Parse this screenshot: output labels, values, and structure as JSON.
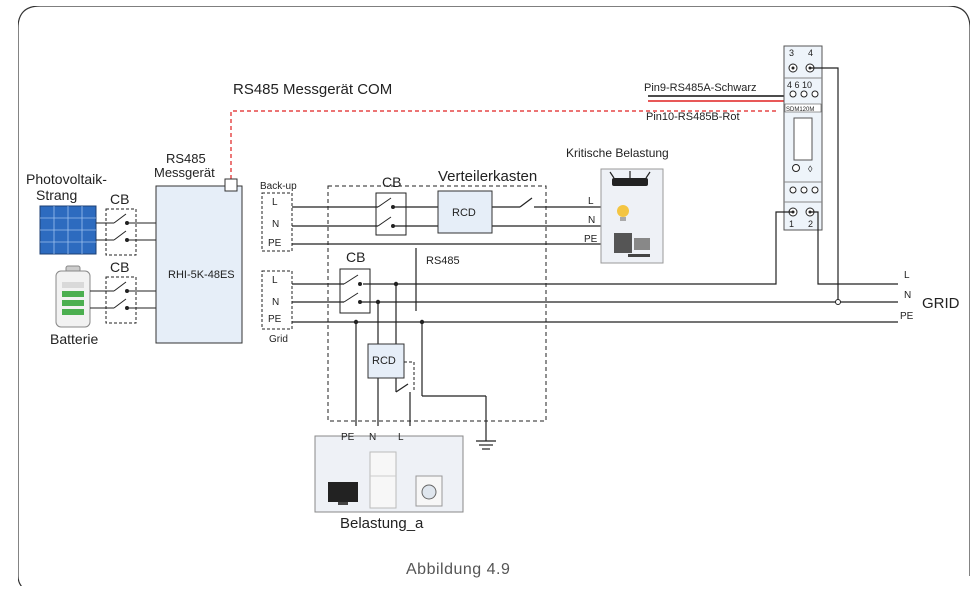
{
  "figure": {
    "caption": "Abbildung 4.9",
    "rs485_com": "RS485 Messgerät COM",
    "pin9": "Pin9-RS485A-Schwarz",
    "pin10": "Pin10-RS485B-Rot",
    "pv_label_1": "Photovoltaik-",
    "pv_label_2": "Strang",
    "battery": "Batterie",
    "cb": "CB",
    "rs485_port_1": "RS485",
    "rs485_port_2": "Messgerät",
    "inverter": "RHI-5K-48ES",
    "backup": "Back-up",
    "grid_port": "Grid",
    "l": "L",
    "n": "N",
    "pe": "PE",
    "distribution_box": "Verteilerkasten",
    "rcd": "RCD",
    "rs485": "RS485",
    "critical_load": "Kritische Belastung",
    "grid": "GRID",
    "load": "Belastung_a",
    "meter_top_1": "3",
    "meter_top_2": "4",
    "meter_mid": "4  6  10",
    "meter_model": "SDM120M",
    "meter_bot_1": "1",
    "meter_bot_2": "2"
  }
}
